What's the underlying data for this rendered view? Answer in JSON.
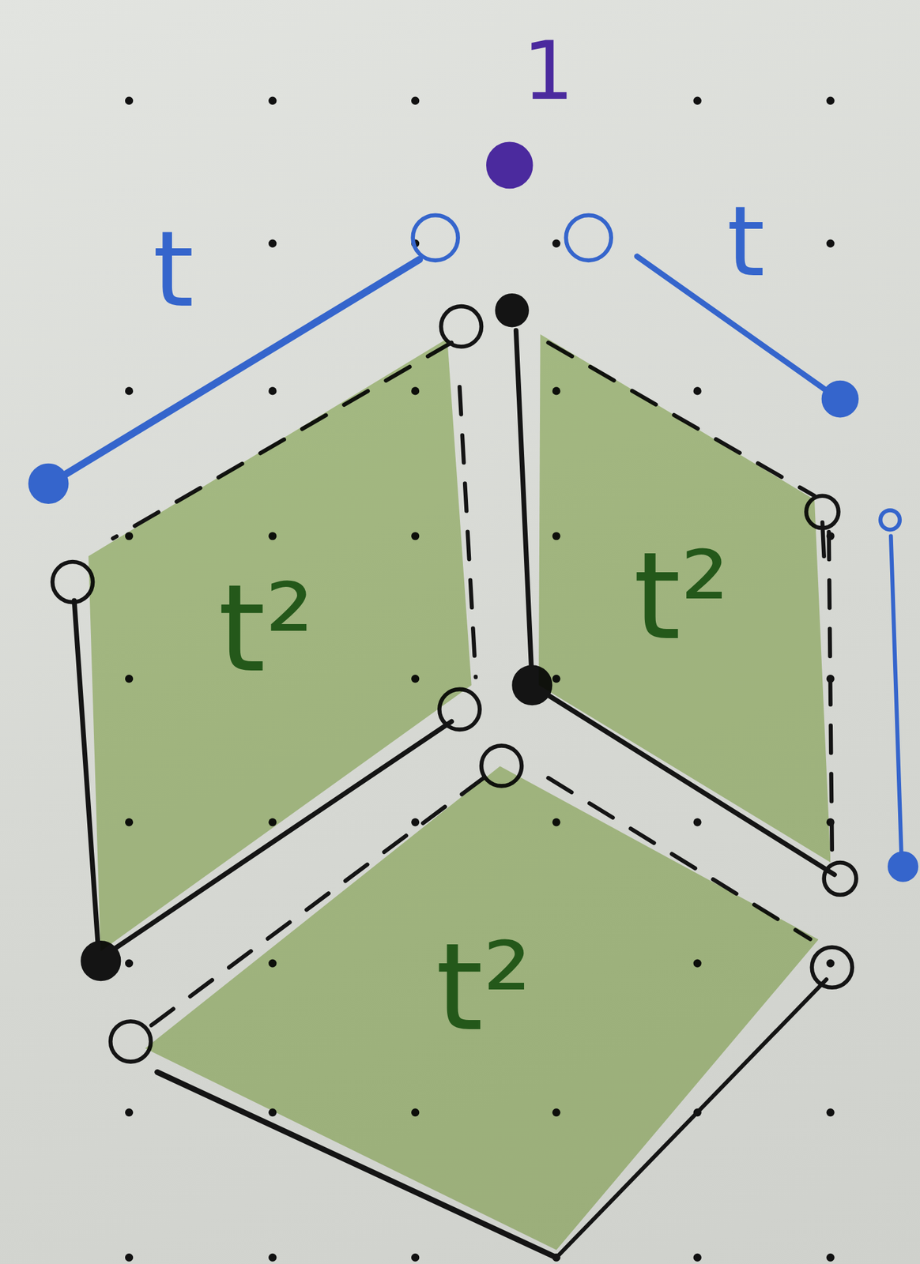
{
  "diagram": {
    "nodes": [
      {
        "text": [
          "t²"
        ]
      },
      {
        "text": [
          "t²"
        ]
      },
      {
        "text": [
          "t²"
        ]
      }
    ],
    "labels": [
      "1",
      "t",
      "t"
    ]
  }
}
